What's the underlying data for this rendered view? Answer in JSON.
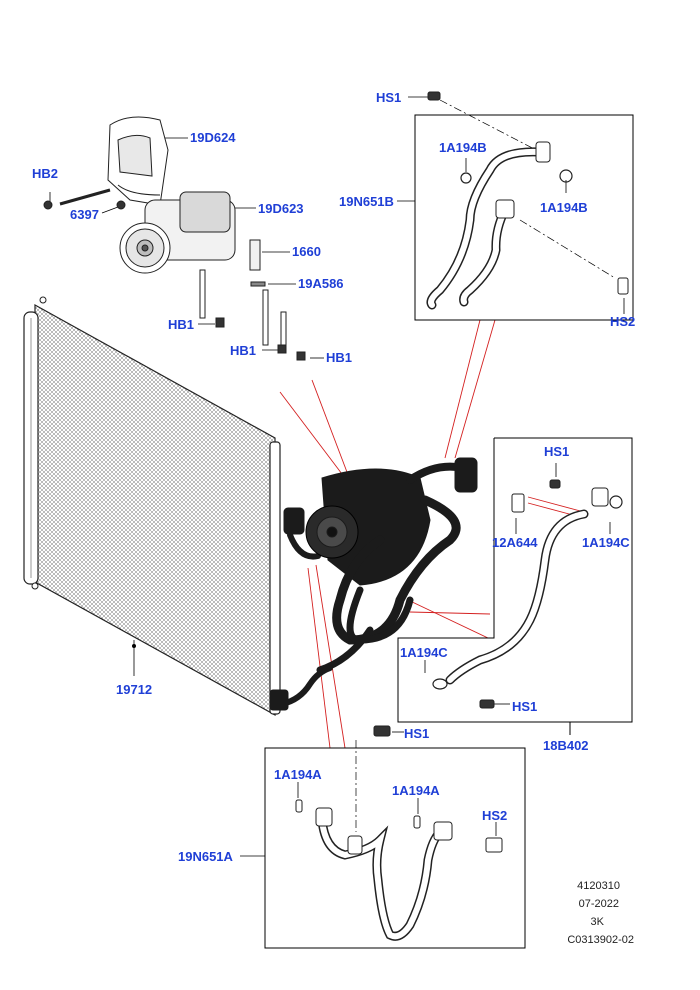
{
  "colors": {
    "callout": "#1f3fd6",
    "leader": "#000000",
    "guide": "#d42020",
    "part_dark": "#1b1b1b"
  },
  "callouts": {
    "hs1_top": "HS1",
    "l_1a194b_left": "1A194B",
    "l_19n651b": "19N651B",
    "l_1a194b_right": "1A194B",
    "hs2_top": "HS2",
    "l_19d624": "19D624",
    "hb2": "HB2",
    "l_6397": "6397",
    "l_19d623": "19D623",
    "l_1660": "1660",
    "l_19a586": "19A586",
    "hb1_left": "HB1",
    "hb1_mid": "HB1",
    "hb1_right": "HB1",
    "hs1_right": "HS1",
    "l_12a644": "12A644",
    "l_1a194c_right": "1A194C",
    "l_1a194c_left": "1A194C",
    "hs1_right_low": "HS1",
    "l_19712": "19712",
    "l_18b402": "18B402",
    "hs1_bottom": "HS1",
    "l_1a194a_left": "1A194A",
    "l_1a194a_right": "1A194A",
    "hs2_bottom": "HS2",
    "l_19n651a": "19N651A"
  },
  "info_block": {
    "line1": "4120310",
    "line2": "07-2022",
    "line3": "3K",
    "line4": "C0313902-02"
  }
}
